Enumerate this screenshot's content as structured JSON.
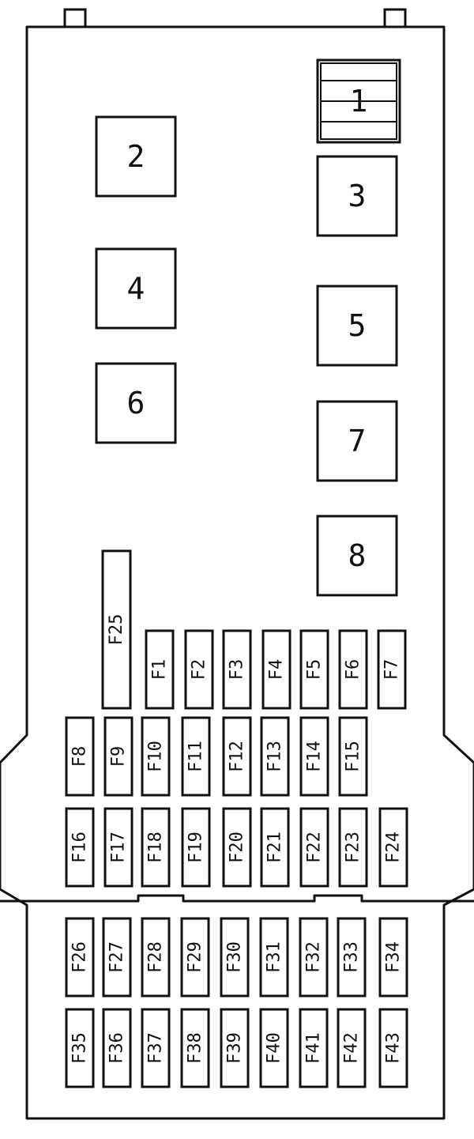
{
  "relays": [
    {
      "label": "1"
    },
    {
      "label": "2"
    },
    {
      "label": "3"
    },
    {
      "label": "4"
    },
    {
      "label": "5"
    },
    {
      "label": "6"
    },
    {
      "label": "7"
    },
    {
      "label": "8"
    }
  ],
  "fuses": [
    {
      "label": "F1"
    },
    {
      "label": "F2"
    },
    {
      "label": "F3"
    },
    {
      "label": "F4"
    },
    {
      "label": "F5"
    },
    {
      "label": "F6"
    },
    {
      "label": "F7"
    },
    {
      "label": "F8"
    },
    {
      "label": "F9"
    },
    {
      "label": "F10"
    },
    {
      "label": "F11"
    },
    {
      "label": "F12"
    },
    {
      "label": "F13"
    },
    {
      "label": "F14"
    },
    {
      "label": "F15"
    },
    {
      "label": "F16"
    },
    {
      "label": "F17"
    },
    {
      "label": "F18"
    },
    {
      "label": "F19"
    },
    {
      "label": "F20"
    },
    {
      "label": "F21"
    },
    {
      "label": "F22"
    },
    {
      "label": "F23"
    },
    {
      "label": "F24"
    },
    {
      "label": "F25"
    },
    {
      "label": "F26"
    },
    {
      "label": "F27"
    },
    {
      "label": "F28"
    },
    {
      "label": "F29"
    },
    {
      "label": "F30"
    },
    {
      "label": "F31"
    },
    {
      "label": "F32"
    },
    {
      "label": "F33"
    },
    {
      "label": "F34"
    },
    {
      "label": "F35"
    },
    {
      "label": "F36"
    },
    {
      "label": "F37"
    },
    {
      "label": "F38"
    },
    {
      "label": "F39"
    },
    {
      "label": "F40"
    },
    {
      "label": "F41"
    },
    {
      "label": "F42"
    },
    {
      "label": "F43"
    }
  ]
}
